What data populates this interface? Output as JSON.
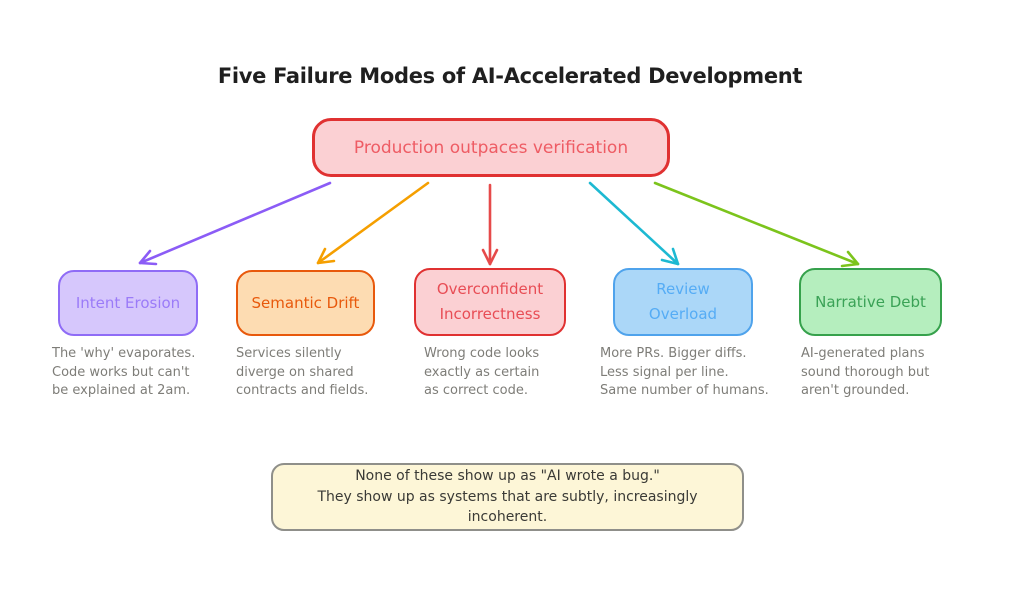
{
  "title": "Five Failure Modes of AI-Accelerated Development",
  "root_node": {
    "label": "Production outpaces verification",
    "fill": "#fbd0d3",
    "border": "#e03131",
    "text_color": "#ee5c64"
  },
  "failure_modes": [
    {
      "label": "Intent Erosion",
      "desc_lines": [
        "The 'why' evaporates.",
        "Code works but can't",
        "be explained at 2am."
      ],
      "fill": "#d6c7fc",
      "border": "#8f6cf6",
      "text_color": "#9b7bf8",
      "arrow_color": "#8b5cf6"
    },
    {
      "label": "Semantic Drift",
      "desc_lines": [
        "Services silently",
        "diverge on shared",
        "contracts and fields."
      ],
      "fill": "#fddcb2",
      "border": "#e8590c",
      "text_color": "#e8590c",
      "arrow_color": "#f59f00"
    },
    {
      "label": "Overconfident Incorrectness",
      "desc_lines": [
        "Wrong code looks",
        "exactly as certain",
        "as correct code."
      ],
      "fill": "#fbd0d3",
      "border": "#e03131",
      "text_color": "#e84d55",
      "arrow_color": "#e64a4a"
    },
    {
      "label": "Review Overload",
      "desc_lines": [
        "More PRs. Bigger diffs.",
        "Less signal per line.",
        "Same number of humans."
      ],
      "fill": "#abd7f8",
      "border": "#4fa3ec",
      "text_color": "#55acf5",
      "arrow_color": "#1db9d2"
    },
    {
      "label": "Narrative Debt",
      "desc_lines": [
        "AI-generated plans",
        "sound thorough but",
        "aren't grounded."
      ],
      "fill": "#b5eebe",
      "border": "#36a14c",
      "text_color": "#3aa256",
      "arrow_color": "#7cc41c"
    }
  ],
  "note": {
    "lines": [
      "None of these show up as \"AI wrote a bug.\"",
      "They show up as systems that are subtly, increasingly",
      "incoherent."
    ],
    "fill": "#fdf6d7",
    "border": "#8f8f8a"
  },
  "colors": {
    "background": "#ffffff",
    "title_text": "#1f1f1f",
    "desc_text": "#7e7d78",
    "note_text": "#3a3a36"
  }
}
